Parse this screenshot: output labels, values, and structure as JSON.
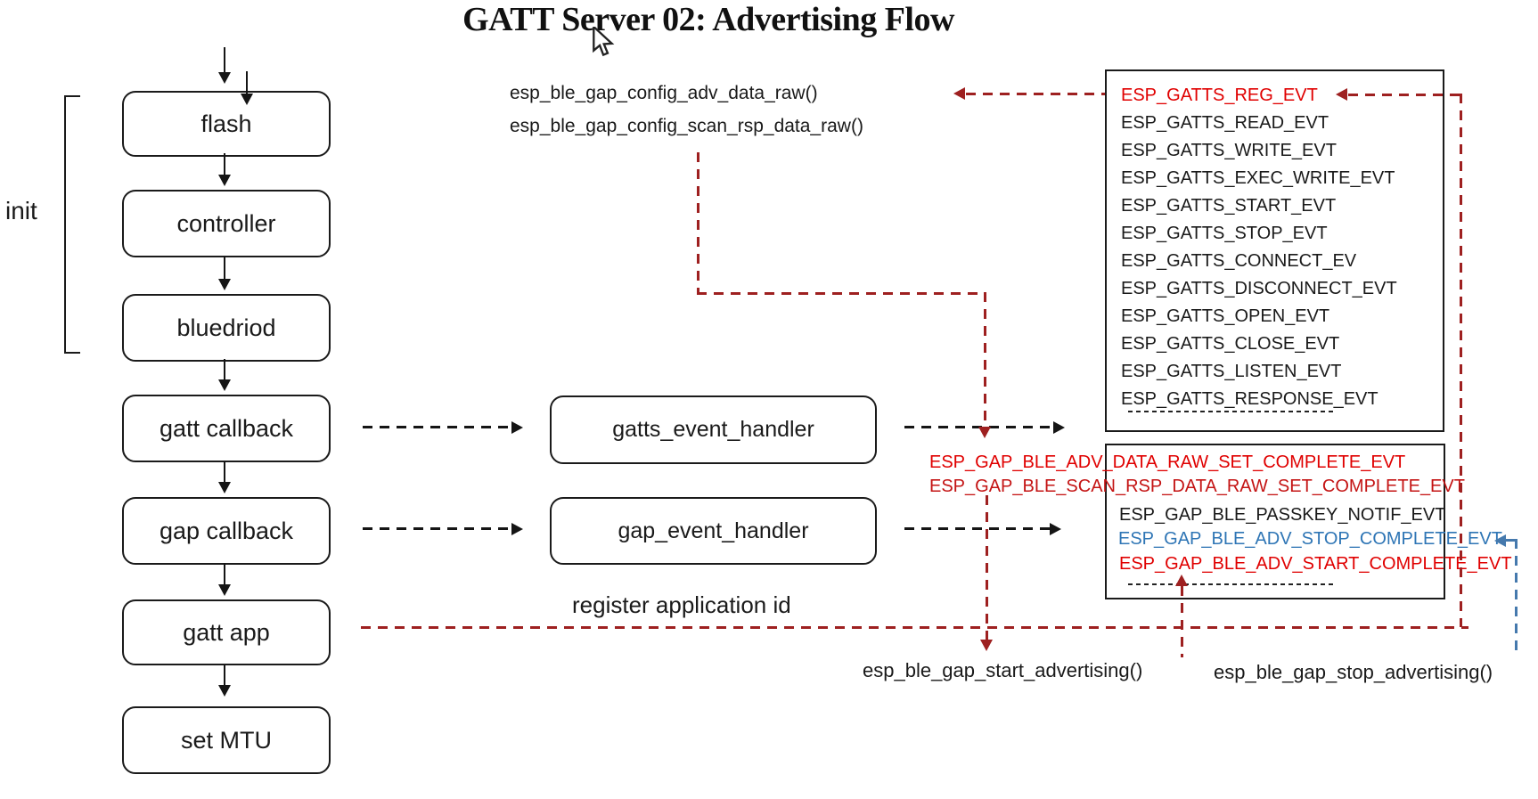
{
  "title": "GATT Server 02: Advertising Flow",
  "init_label": "init",
  "flow_boxes": [
    "flash",
    "controller",
    "bluedriod",
    "gatt callback",
    "gap callback",
    "gatt app",
    "set MTU"
  ],
  "handler_boxes": [
    "gatts_event_handler",
    "gap_event_handler"
  ],
  "api_calls": {
    "config_adv": "esp_ble_gap_config_adv_data_raw()",
    "config_scan_rsp": "esp_ble_gap_config_scan_rsp_data_raw()",
    "start_adv": "esp_ble_gap_start_advertising()",
    "stop_adv": "esp_ble_gap_stop_advertising()"
  },
  "register_label": "register application id",
  "gatts_event_box": [
    "ESP_GATTS_REG_EVT",
    "ESP_GATTS_READ_EVT",
    "ESP_GATTS_WRITE_EVT",
    "ESP_GATTS_EXEC_WRITE_EVT",
    "ESP_GATTS_START_EVT",
    "ESP_GATTS_STOP_EVT",
    "ESP_GATTS_CONNECT_EV",
    "ESP_GATTS_DISCONNECT_EVT",
    "ESP_GATTS_OPEN_EVT",
    "ESP_GATTS_CLOSE_EVT",
    "ESP_GATTS_LISTEN_EVT",
    "ESP_GATTS_RESPONSE_EVT"
  ],
  "gap_overlay_events": [
    "ESP_GAP_BLE_ADV_DATA_RAW_SET_COMPLETE_EVT",
    "ESP_GAP_BLE_SCAN_RSP_DATA_RAW_SET_COMPLETE_EVT"
  ],
  "gap_event_box": [
    "ESP_GAP_BLE_PASSKEY_NOTIF_EVT",
    "ESP_GAP_BLE_ADV_STOP_COMPLETE_EVT",
    "ESP_GAP_BLE_ADV_START_COMPLETE_EVT"
  ],
  "colors": {
    "ink": "#1a1a1a",
    "red_event_text": "#e00000",
    "scan_rsp_red": "#c41414",
    "dark_red_line": "#9e2020",
    "blue_event_text": "#2e75b5",
    "blue_line": "#4579ad"
  }
}
